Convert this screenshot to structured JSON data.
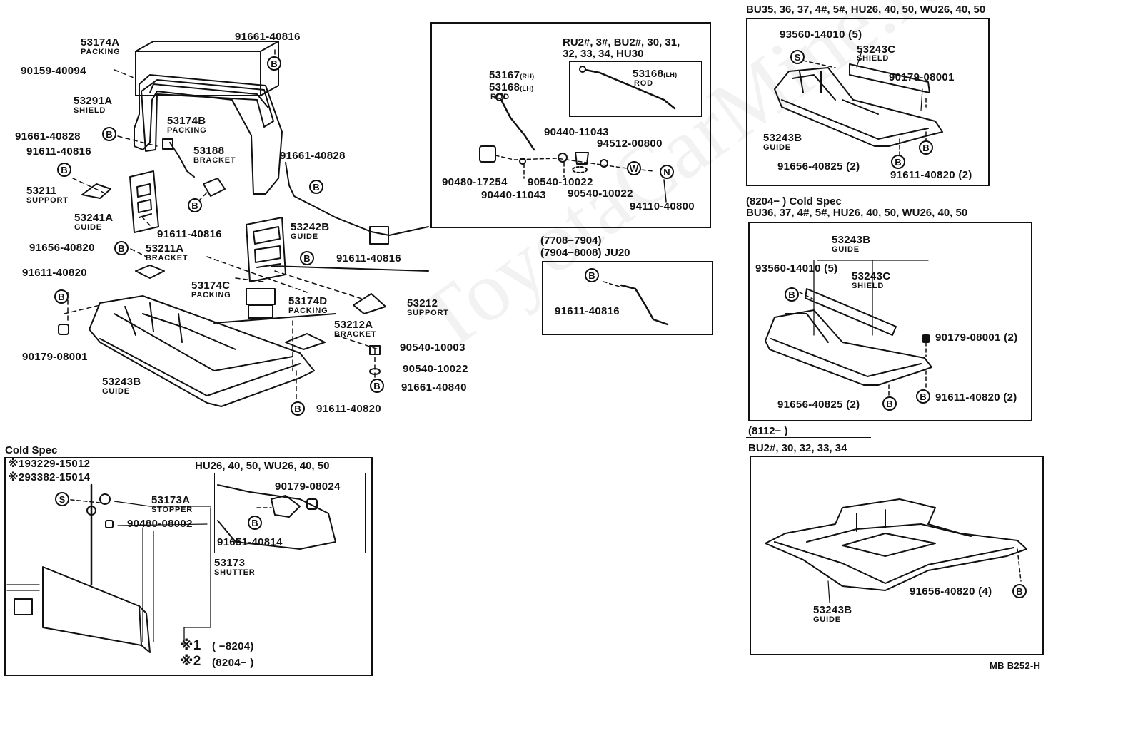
{
  "watermark": "ToyotaCarMine.ru",
  "main": {
    "p53174A": "53174A",
    "p53174A_n": "PACKING",
    "p91661_40816": "91661-40816",
    "p90159": "90159-40094",
    "p53291A": "53291A",
    "p53291A_n": "SHIELD",
    "p53174B": "53174B",
    "p53174B_n": "PACKING",
    "p91661_40828a": "91661-40828",
    "p91611_40816a": "91611-40816",
    "p53188": "53188",
    "p53188_n": "BRACKET",
    "p91661_40828b": "91661-40828",
    "p53211": "53211",
    "p53211_n": "SUPPORT",
    "p53241A": "53241A",
    "p53241A_n": "GUIDE",
    "p91611_40816b": "91611-40816",
    "p53242B": "53242B",
    "p53242B_n": "GUIDE",
    "p91656_40820": "91656-40820",
    "p53211A": "53211A",
    "p53211A_n": "BRACKET",
    "p91611_40816c": "91611-40816",
    "p91611_40820a": "91611-40820",
    "p53174C": "53174C",
    "p53174C_n": "PACKING",
    "p53174D": "53174D",
    "p53174D_n": "PACKING",
    "p53212": "53212",
    "p53212_n": "SUPPORT",
    "p53212A": "53212A",
    "p53212A_n": "BRACKET",
    "p90179": "90179-08001",
    "p90540_10003": "90540-10003",
    "p90540_10022": "90540-10022",
    "p91661_40840": "91661-40840",
    "p53243B": "53243B",
    "p53243B_n": "GUIDE",
    "p91611_40820b": "91611-40820"
  },
  "rod_box": {
    "header_l1": "RU2#, 3#, BU2#, 30, 31,",
    "header_l2": "32, 33, 34, HU30",
    "p53168_lh": "53168",
    "p53168_lh_s": "(LH)",
    "p53168_lh_n": "ROD",
    "p53167": "53167",
    "p53167_s": "(RH)",
    "p53168": "53168",
    "p53168_s": "(LH)",
    "rod_n": "ROD",
    "p90440a": "90440-11043",
    "p94512": "94512-00800",
    "p90480": "90480-17254",
    "p90540a": "90540-10022",
    "p90440b": "90440-11043",
    "p90540b": "90540-10022",
    "p94110": "94110-40800"
  },
  "ju20_box": {
    "header_l1": "(7708−7904)",
    "header_l2": "(7904−8008) JU20",
    "p91611": "91611-40816"
  },
  "bu35_box": {
    "header": "BU35, 36, 37, 4#, 5#, HU26, 40, 50, WU26, 40, 50",
    "p93560": "93560-14010 (5)",
    "p53243C": "53243C",
    "p53243C_n": "SHIELD",
    "p90179": "90179-08001",
    "p53243B": "53243B",
    "p53243B_n": "GUIDE",
    "p91656": "91656-40825 (2)",
    "p91611": "91611-40820 (2)"
  },
  "cold_box": {
    "header_l1": "(8204−        ) Cold Spec",
    "header_l2": "BU36, 37, 4#, 5#, HU26, 40, 50, WU26, 40, 50",
    "p53243B": "53243B",
    "p53243B_n": "GUIDE",
    "p93560": "93560-14010 (5)",
    "p53243C": "53243C",
    "p53243C_n": "SHIELD",
    "p90179": "90179-08001 (2)",
    "p91656": "91656-40825 (2)",
    "p91611": "91611-40820 (2)"
  },
  "bu2_box": {
    "header_l1": "(8112−        )",
    "header_l2": "BU2#, 30, 32, 33, 34",
    "p91656": "91656-40820 (4)",
    "p53243B": "53243B",
    "p53243B_n": "GUIDE",
    "code": "MB B252-H"
  },
  "shutter_box": {
    "title": "Cold Spec",
    "p1": "※193229-15012",
    "p2": "※293382-15014",
    "p53173A": "53173A",
    "p53173A_n": "STOPPER",
    "p90480": "90480-08002",
    "p53173": "53173",
    "p53173_n": "SHUTTER",
    "note1_mark": "※1",
    "note1": "(        −8204)",
    "note2_mark": "※2",
    "note2": "(8204−        )",
    "inset_header": "HU26, 40, 50, WU26, 40, 50",
    "p90179": "90179-08024",
    "p91651": "91651-40814"
  },
  "symbols": {
    "b": "B",
    "s": "S",
    "w": "W",
    "n": "N"
  }
}
